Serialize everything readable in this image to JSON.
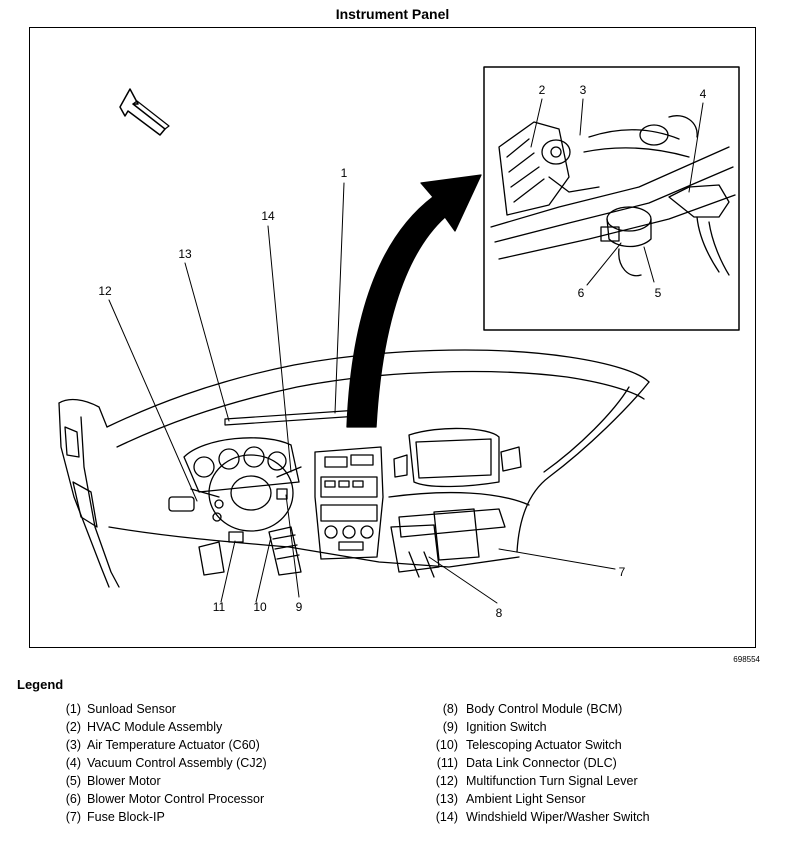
{
  "title": "Instrument Panel",
  "figure_code": "698554",
  "legend": {
    "heading": "Legend",
    "items": [
      {
        "num": "(1)",
        "label": "Sunload Sensor"
      },
      {
        "num": "(2)",
        "label": "HVAC Module Assembly"
      },
      {
        "num": "(3)",
        "label": "Air Temperature Actuator (C60)"
      },
      {
        "num": "(4)",
        "label": "Vacuum Control Assembly (CJ2)"
      },
      {
        "num": "(5)",
        "label": "Blower Motor"
      },
      {
        "num": "(6)",
        "label": "Blower Motor Control Processor"
      },
      {
        "num": "(7)",
        "label": "Fuse Block-IP"
      },
      {
        "num": "(8)",
        "label": "Body Control Module (BCM)"
      },
      {
        "num": "(9)",
        "label": "Ignition Switch"
      },
      {
        "num": "(10)",
        "label": "Telescoping Actuator Switch"
      },
      {
        "num": "(11)",
        "label": "Data Link Connector (DLC)"
      },
      {
        "num": "(12)",
        "label": "Multifunction Turn Signal Lever"
      },
      {
        "num": "(13)",
        "label": "Ambient Light Sensor"
      },
      {
        "num": "(14)",
        "label": "Windshield Wiper/Washer Switch"
      }
    ]
  },
  "callouts": {
    "c1": "1",
    "c2": "2",
    "c3": "3",
    "c4": "4",
    "c5": "5",
    "c6": "6",
    "c7": "7",
    "c8": "8",
    "c9": "9",
    "c10": "10",
    "c11": "11",
    "c12": "12",
    "c13": "13",
    "c14": "14"
  }
}
